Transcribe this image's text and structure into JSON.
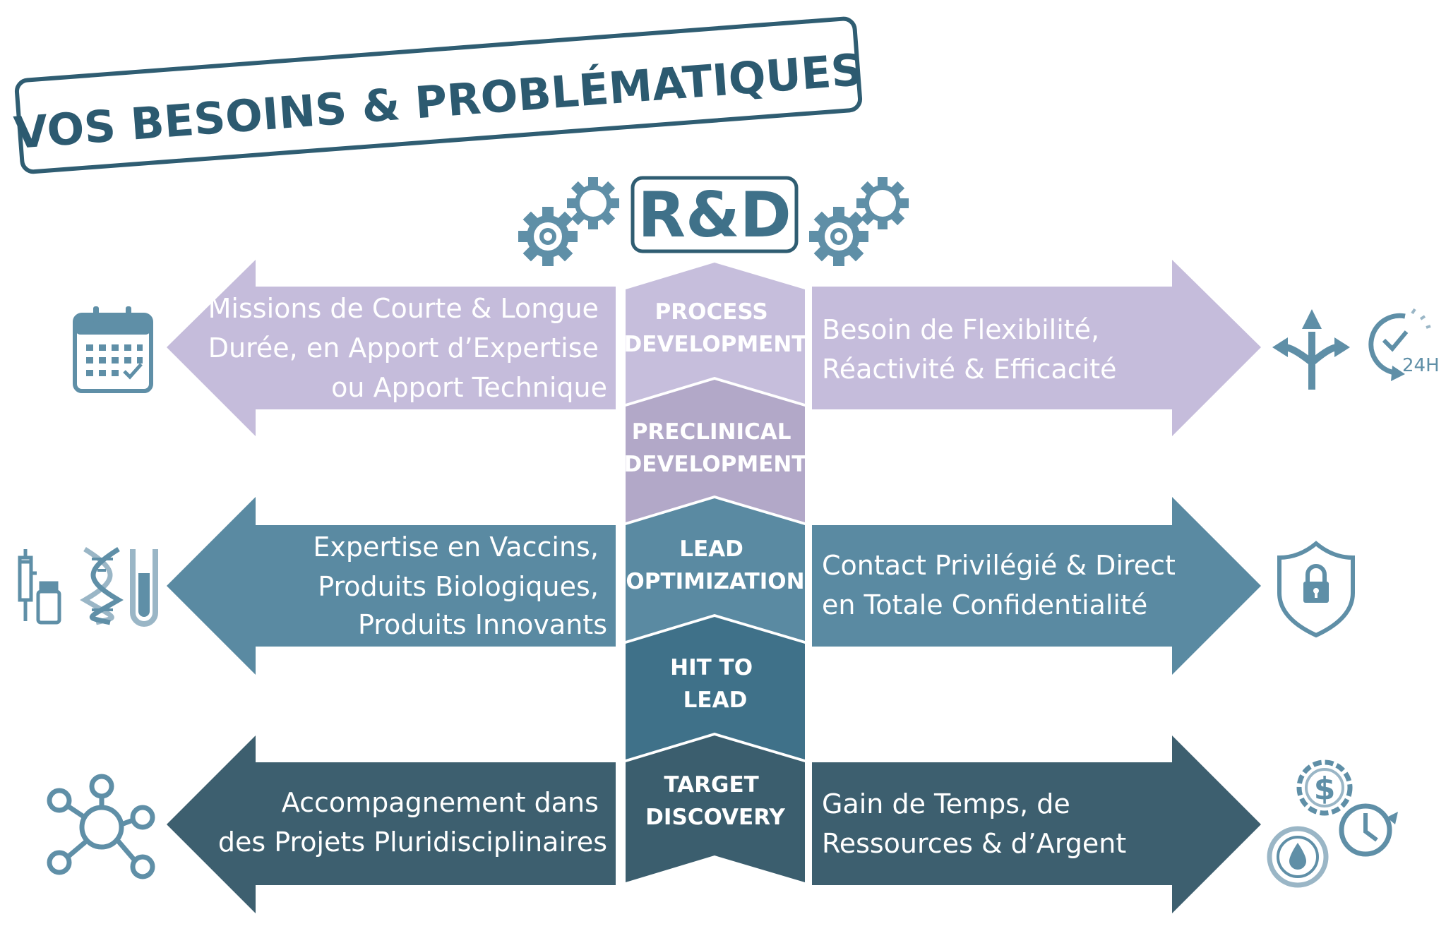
{
  "title": "VOS BESOINS & PROBLÉMATIQUES",
  "center_label": "R&D",
  "colors": {
    "border": "#2f5d72",
    "title_text": "#2c5a70",
    "band1": "#c5bcdb",
    "band2": "#5a8aa2",
    "band3": "#3d5f6f",
    "stage1": "#c6bedc",
    "stage2": "#b2a8c8",
    "stage3": "#5a8aa2",
    "stage4": "#3f7189",
    "stage5": "#3b5e6e",
    "icon_light": "#9ab6c6",
    "icon_mid": "#5f8fa7",
    "icon_dark": "#4d7489"
  },
  "stages": [
    {
      "line1": "PROCESS",
      "line2": "DEVELOPMENT"
    },
    {
      "line1": "PRECLINICAL",
      "line2": "DEVELOPMENT"
    },
    {
      "line1": "LEAD",
      "line2": "OPTIMIZATION"
    },
    {
      "line1": "HIT TO",
      "line2": "LEAD"
    },
    {
      "line1": "TARGET",
      "line2": "DISCOVERY"
    }
  ],
  "bands": [
    {
      "left": [
        "Missions de Courte & Longue",
        "Durée, en Apport d’Expertise",
        "ou Apport Technique"
      ],
      "right": [
        "Besoin de Flexibilité,",
        "Réactivité & Efficacité"
      ],
      "left_icons": [
        "calendar-icon"
      ],
      "right_icons": [
        "directions-icon",
        "clock-24h-icon"
      ],
      "clock_label": "24H"
    },
    {
      "left": [
        "Expertise en Vaccins,",
        "Produits Biologiques,",
        "Produits Innovants"
      ],
      "right": [
        "Contact Privilégié & Direct",
        "en Totale Confidentialité"
      ],
      "left_icons": [
        "syringe-vial-icon",
        "dna-icon",
        "test-tube-icon"
      ],
      "right_icons": [
        "shield-lock-icon"
      ]
    },
    {
      "left": [
        "Accompagnement dans",
        "des Projets Pluridisciplinaires"
      ],
      "right": [
        "Gain de Temps, de",
        "Ressources & d’Argent"
      ],
      "left_icons": [
        "network-molecule-icon"
      ],
      "right_icons": [
        "money-time-water-icon"
      ],
      "money_symbol": "$"
    }
  ]
}
